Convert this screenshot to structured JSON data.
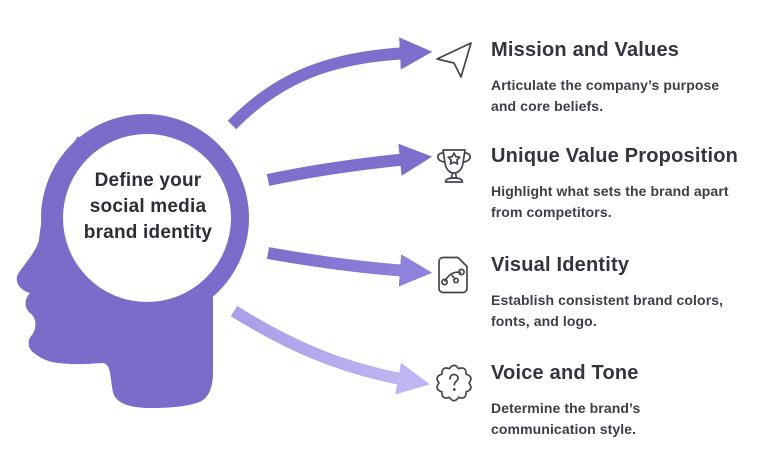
{
  "center": {
    "title": "Define your social media brand identity",
    "title_lines": [
      "Define your",
      "social media",
      "brand identity"
    ]
  },
  "items": [
    {
      "icon": "navigation-arrow-icon",
      "title": "Mission and Values",
      "description": "Articulate the company’s purpose and core beliefs."
    },
    {
      "icon": "trophy-icon",
      "title": "Unique Value Proposition",
      "description": "Highlight what sets the brand apart from competitors."
    },
    {
      "icon": "vector-document-icon",
      "title": "Visual Identity",
      "description": "Establish consistent brand colors, fonts, and logo."
    },
    {
      "icon": "question-badge-icon",
      "title": "Voice and Tone",
      "description": "Determine the brand’s communication style."
    }
  ],
  "colors": {
    "head_purple": "#7a6cc8",
    "arrow_solid": "#7c70cc",
    "arrow_mid_start": "#7b6fcb",
    "arrow_mid_end": "#8d82dc",
    "arrow_light_start": "#a89fe8",
    "arrow_light_end": "#bdb6f2",
    "heading_text": "#34333e",
    "body_text": "#3e3d48",
    "background": "#ffffff"
  }
}
